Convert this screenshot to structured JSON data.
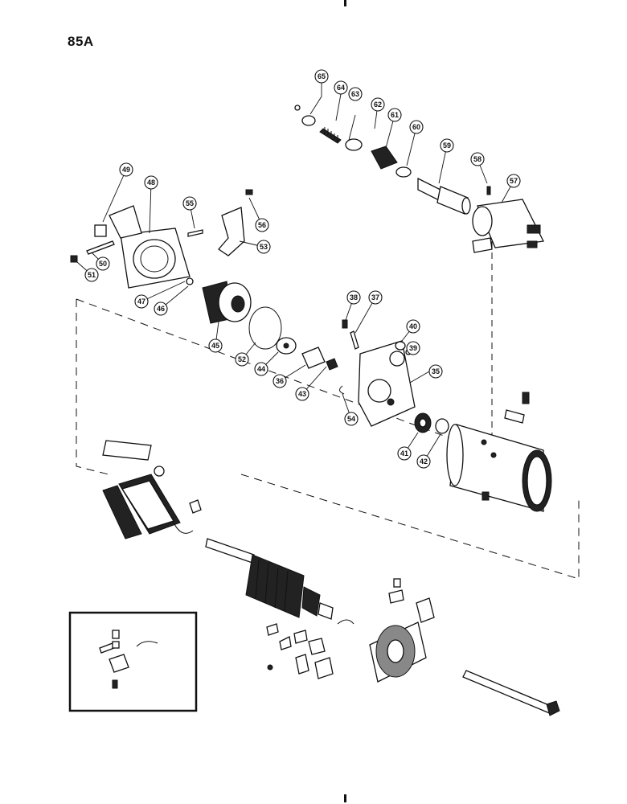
{
  "page_label": "85A",
  "callouts": [
    "65",
    "64",
    "63",
    "62",
    "61",
    "60",
    "59",
    "58",
    "57",
    "49",
    "48",
    "55",
    "56",
    "53",
    "50",
    "51",
    "47",
    "46",
    "45",
    "52",
    "44",
    "36",
    "43",
    "38",
    "37",
    "40",
    "39",
    "35",
    "54",
    "41",
    "42"
  ]
}
